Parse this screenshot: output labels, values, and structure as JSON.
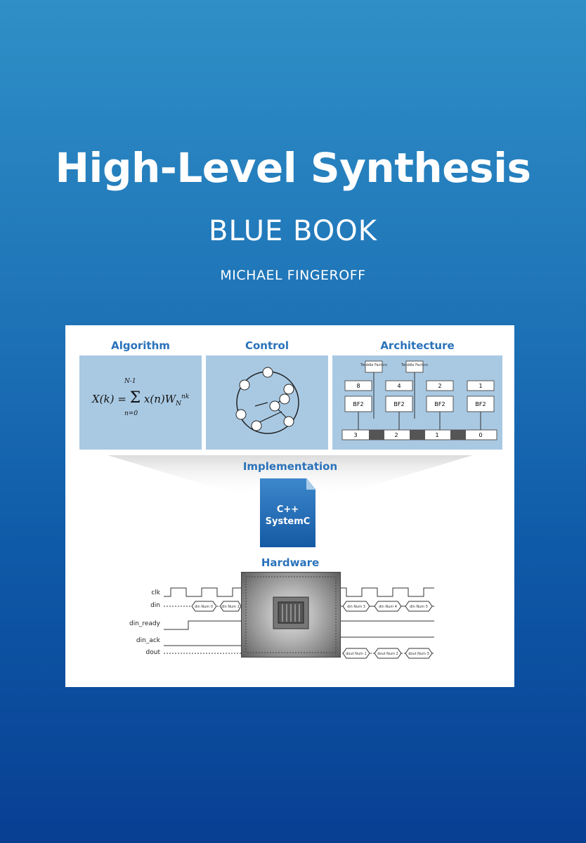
{
  "cover": {
    "title": "High-Level Synthesis",
    "subtitle": "BLUE BOOK",
    "author": "MICHAEL FINGEROFF"
  },
  "figure": {
    "headers": {
      "algorithm": "Algorithm",
      "control": "Control",
      "architecture": "Architecture",
      "implementation": "Implementation",
      "hardware": "Hardware"
    },
    "formula": {
      "lhs": "X(k) = ",
      "sum": "Σ",
      "upper": "N-1",
      "lower": "n=0",
      "body": "x(n)W",
      "sub": "N",
      "sup": "nk"
    },
    "implementation_doc": {
      "line1": "C++",
      "line2": "SystemC"
    },
    "architecture": {
      "twiddle_label": "Twiddle Factors",
      "stage_top": [
        "8",
        "4",
        "2",
        "1"
      ],
      "stage_mid": "BF2",
      "stage_bottom": [
        "3",
        "2",
        "1",
        "0"
      ]
    },
    "signals": [
      "clk",
      "din",
      "din_ready",
      "din_ack",
      "dout"
    ],
    "waveform_labels": {
      "din_left": [
        "din Num 0",
        "din Num 1"
      ],
      "din_right": [
        "din Num 3",
        "din Num 4",
        "din Num 5"
      ],
      "dout_right": [
        "dout Num 1",
        "dout Num 2",
        "dout Num 3"
      ]
    }
  },
  "colors": {
    "background_top": "#2f8fc6",
    "background_bottom": "#083f93",
    "panel": "#ffffff",
    "box": "#a9c9e3",
    "header_text": "#2a72ba",
    "doc_icon": "#145aa4"
  }
}
